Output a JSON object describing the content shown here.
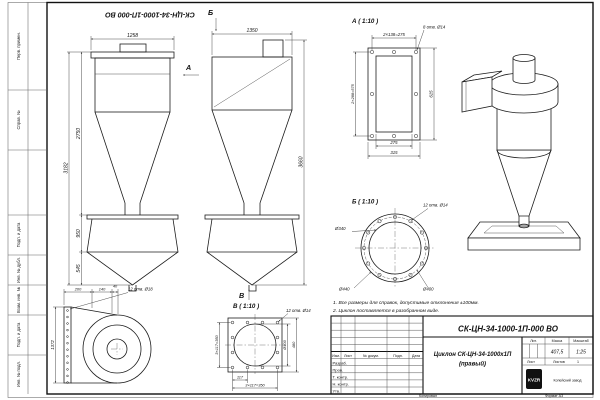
{
  "page": {
    "top_stamp": "СК-ЦН-34-1000-1П-000 ВО",
    "margin_labels": [
      "Перв. примен.",
      "Справ. №",
      "Подп. и дата",
      "Инв. № дубл.",
      "Взам. инв. №",
      "Подп. и дата",
      "Инв. № подл."
    ],
    "footer": {
      "copied": "Копировал",
      "format": "Формат А3"
    }
  },
  "views": {
    "front": {
      "dim_width": "1258",
      "dim_h_inner": "2750",
      "dim_h_total": "3182",
      "dim_bin_top": "950",
      "dim_bin_bottom": "545",
      "view_arrow": "А"
    },
    "side": {
      "dim_width": "1350",
      "dim_height": "3660",
      "marker_top": "Б",
      "marker_bottom": "В"
    },
    "section_a": {
      "title": "А ( 1:10 )",
      "dim_top": "2×138=275",
      "holes": "8 отв. Ø14",
      "dim_left": "2×288=575",
      "dim_right": "615",
      "dim_bottom_inner": "275",
      "dim_bottom_outer": "315"
    },
    "section_b": {
      "title": "Б ( 1:10 )",
      "holes": "12 отв. Ø14",
      "dia_inner": "Ø340",
      "dia_outer": "Ø440",
      "dia_bolt": "Ø400"
    },
    "section_v": {
      "title": "В ( 1:10 )",
      "holes": "12 отв. Ø14",
      "dim_left": "3×117=350",
      "dim_bottom_1": "117",
      "dim_bottom_2": "3×117=350",
      "dia": "Ø400",
      "dim_right": "480"
    },
    "volute": {
      "dim_1": "200",
      "dim_2": "140",
      "dim_3": "40",
      "holes": "12 отв. Ø18",
      "dim_height": "1372"
    }
  },
  "notes": [
    "1. Все размеры для справок, допустимые отклонения ±100мм.",
    "2. Циклон поставляется в разобранном виде."
  ],
  "title_block": {
    "designation": "СК-ЦН-34-1000-1П-000 ВО",
    "name_line1": "Циклон СК-ЦН-34-1000х1П",
    "name_line2": "(правый)",
    "change_header": [
      "Изм.",
      "Лист",
      "№ докум.",
      "Подп.",
      "Дата"
    ],
    "role_rows": [
      "Разраб.",
      "Пров.",
      "Т. контр.",
      "Н. контр.",
      "Утв."
    ],
    "lit_label": "Лит.",
    "mass_label": "Масса",
    "scale_label": "Масштаб",
    "mass_value": "407,5",
    "scale_value": "1:25",
    "sheet_label": "Лист",
    "sheets_label": "Листов",
    "sheets_value": "1",
    "logo": "KVZR",
    "company": "Копейский завод"
  }
}
